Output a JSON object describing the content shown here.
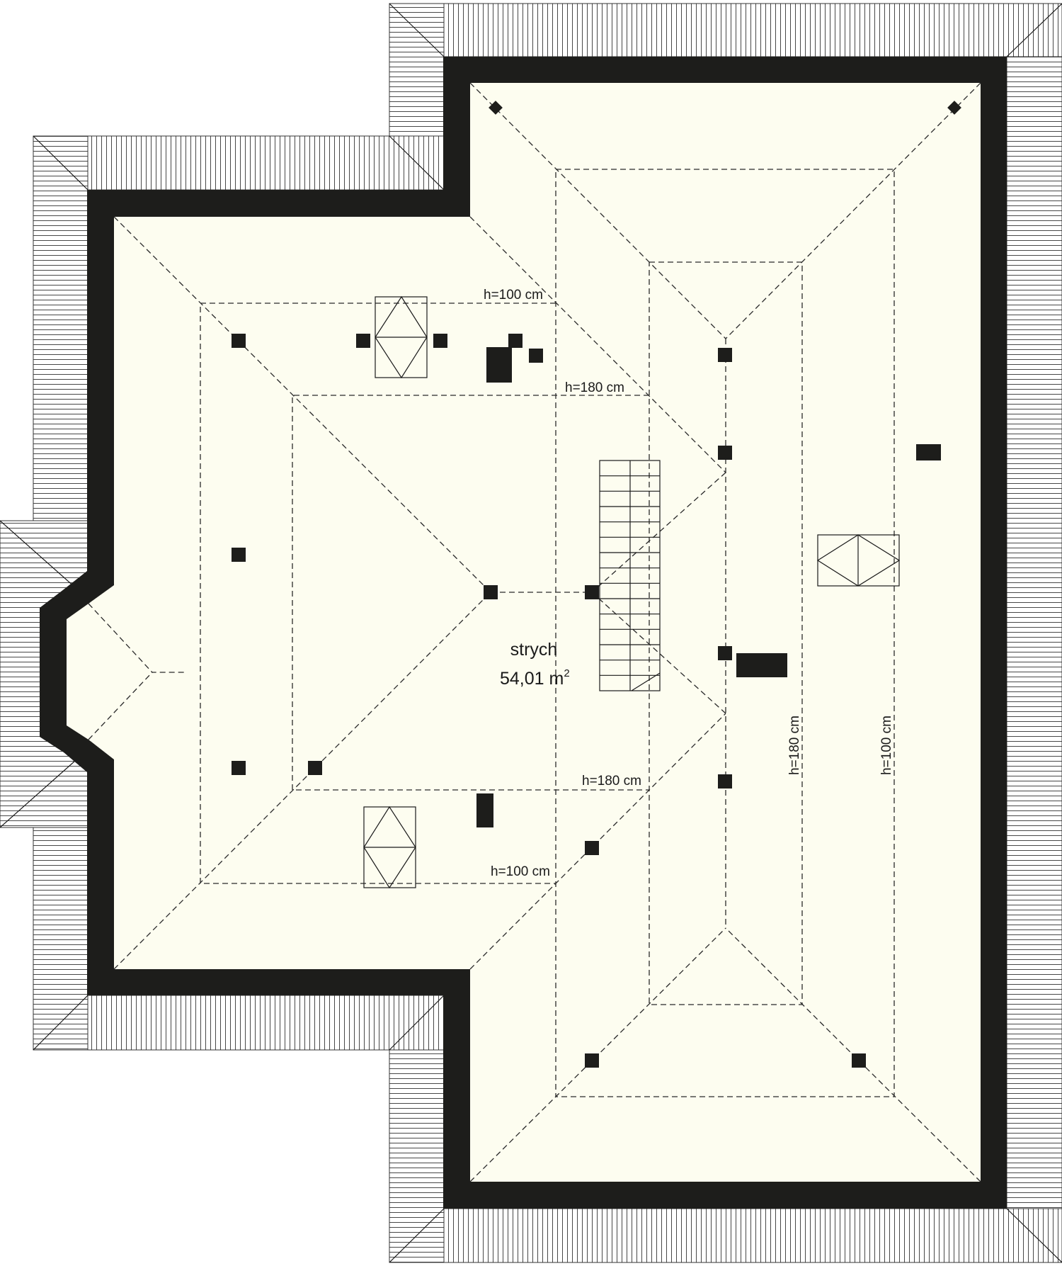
{
  "plan": {
    "room": {
      "name": "strych",
      "area_value": "54,01 m",
      "area_unit_sup": "2"
    },
    "dimension_labels": {
      "north_left_outer": "h=100 cm",
      "north_left_inner": "h=180 cm",
      "south_left_inner": "h=180 cm",
      "south_left_outer": "h=100 cm",
      "east_inner": "h=180 cm",
      "east_outer": "h=100 cm"
    },
    "colors": {
      "floor": "#fdfdf0",
      "wall": "#1d1d1b",
      "roof_hatch": "#333333",
      "background": "#ffffff"
    }
  }
}
